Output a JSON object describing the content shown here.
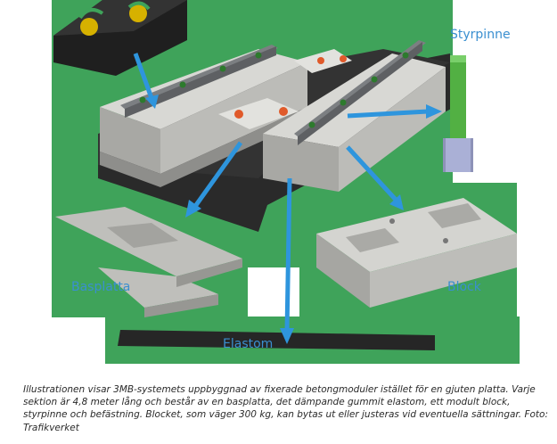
{
  "labels": {
    "styrpinne": "Styrpinne",
    "basplatta": "Basplatta",
    "block": "Block",
    "elastom": "Elastom"
  },
  "caption": "Illustrationen visar 3MB-systemets uppbyggnad av fixerade betongmoduler istället för en gjuten platta. Varje sektion är 4,8 meter lång och består av en basplatta, det dämpande gummit elastom, ett modult block, styrpinne och befästning. Blocket, som väger 300 kg, kan bytas ut eller justeras vid eventuella sättningar. Foto: Trafikverket",
  "colors": {
    "background": "#3fa35a",
    "concrete": "#c9c9c6",
    "arrow": "#2e95dd",
    "label": "#3a8fd0",
    "rail": "#7c7f82",
    "pin": "#52b043",
    "dark_slab": "#262626"
  }
}
